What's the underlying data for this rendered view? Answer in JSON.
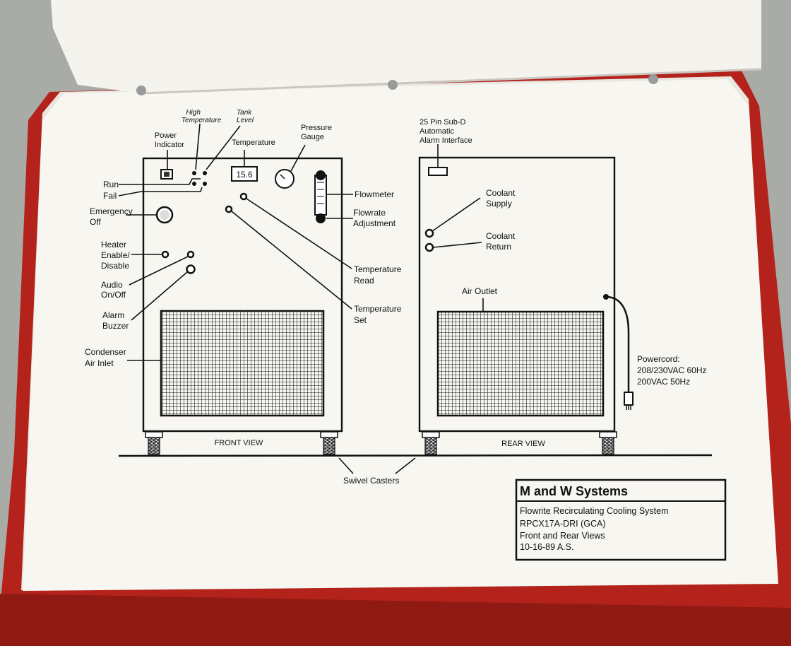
{
  "diagram": {
    "front_labels": {
      "power_indicator": [
        "Power",
        "Indicator"
      ],
      "high_temperature": [
        "High",
        "Temperature"
      ],
      "tank_level": [
        "Tank",
        "Level"
      ],
      "temperature": "Temperature",
      "display_value": "15.6",
      "pressure_gauge": [
        "Pressure",
        "Gauge"
      ],
      "run": "Run",
      "fail": "Fail",
      "emergency_off": [
        "Emergency",
        "Off"
      ],
      "flowmeter": "Flowmeter",
      "flowrate_adjustment": [
        "Flowrate",
        "Adjustment"
      ],
      "heater": [
        "Heater",
        "Enable/",
        "Disable"
      ],
      "audio": [
        "Audio",
        "On/Off"
      ],
      "alarm_buzzer": [
        "Alarm",
        "Buzzer"
      ],
      "temperature_read": [
        "Temperature",
        "Read"
      ],
      "temperature_set": [
        "Temperature",
        "Set"
      ],
      "condenser": [
        "Condenser",
        "Air Inlet"
      ],
      "view_name": "FRONT VIEW"
    },
    "rear_labels": {
      "alarm_interface": [
        "25 Pin Sub-D",
        "Automatic",
        "Alarm  Interface"
      ],
      "coolant_supply": [
        "Coolant",
        "Supply"
      ],
      "coolant_return": [
        "Coolant",
        "Return"
      ],
      "air_outlet": "Air Outlet",
      "powercord": [
        "Powercord:",
        "208/230VAC  60Hz",
        "200VAC  50Hz"
      ],
      "view_name": "REAR VIEW"
    },
    "swivel_casters": "Swivel  Casters"
  },
  "title_block": {
    "company": "M and W Systems",
    "lines": [
      "Flowrite Recirculating Cooling System",
      "RPCX17A-DRI (GCA)",
      "Front and Rear Views",
      "10-16-89     A.S."
    ]
  },
  "colors": {
    "binder_red": "#b3231c",
    "paper": "#f7f6f0",
    "background": "#a9aba6",
    "ink": "#111111"
  }
}
